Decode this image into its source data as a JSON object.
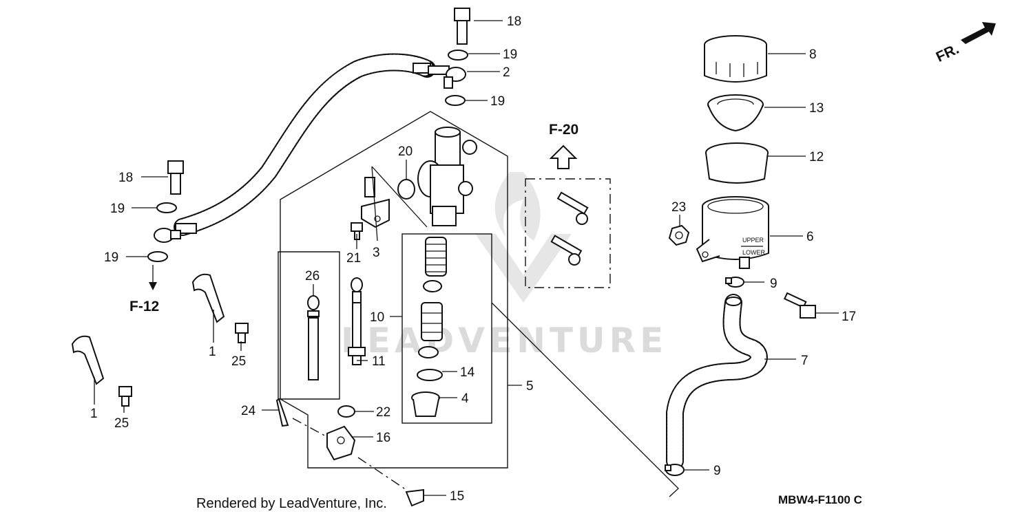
{
  "diagram": {
    "watermark": "LEADVENTURE",
    "footer_credit": "Rendered by LeadVenture, Inc.",
    "diagram_code": "MBW4-F1100 C",
    "direction_label": "FR.",
    "ref_f20": "F-20",
    "ref_f12": "F-12",
    "labels": {
      "p18a": "18",
      "p19a": "19",
      "p2": "2",
      "p19b": "19",
      "p8": "8",
      "p13": "13",
      "p12": "12",
      "p23": "23",
      "p6": "6",
      "p18b": "18",
      "p19c": "19",
      "p19d": "19",
      "p20": "20",
      "p21": "21",
      "p3": "3",
      "p26": "26",
      "p10": "10",
      "p11": "11",
      "p14": "14",
      "p4": "4",
      "p22": "22",
      "p5": "5",
      "p24": "24",
      "p16": "16",
      "p15": "15",
      "p1a": "1",
      "p25a": "25",
      "p1b": "1",
      "p25b": "25",
      "p9a": "9",
      "p17": "17",
      "p7": "7",
      "p9b": "9"
    },
    "reservoir_markings": [
      "UPPER",
      "LOWER"
    ]
  }
}
